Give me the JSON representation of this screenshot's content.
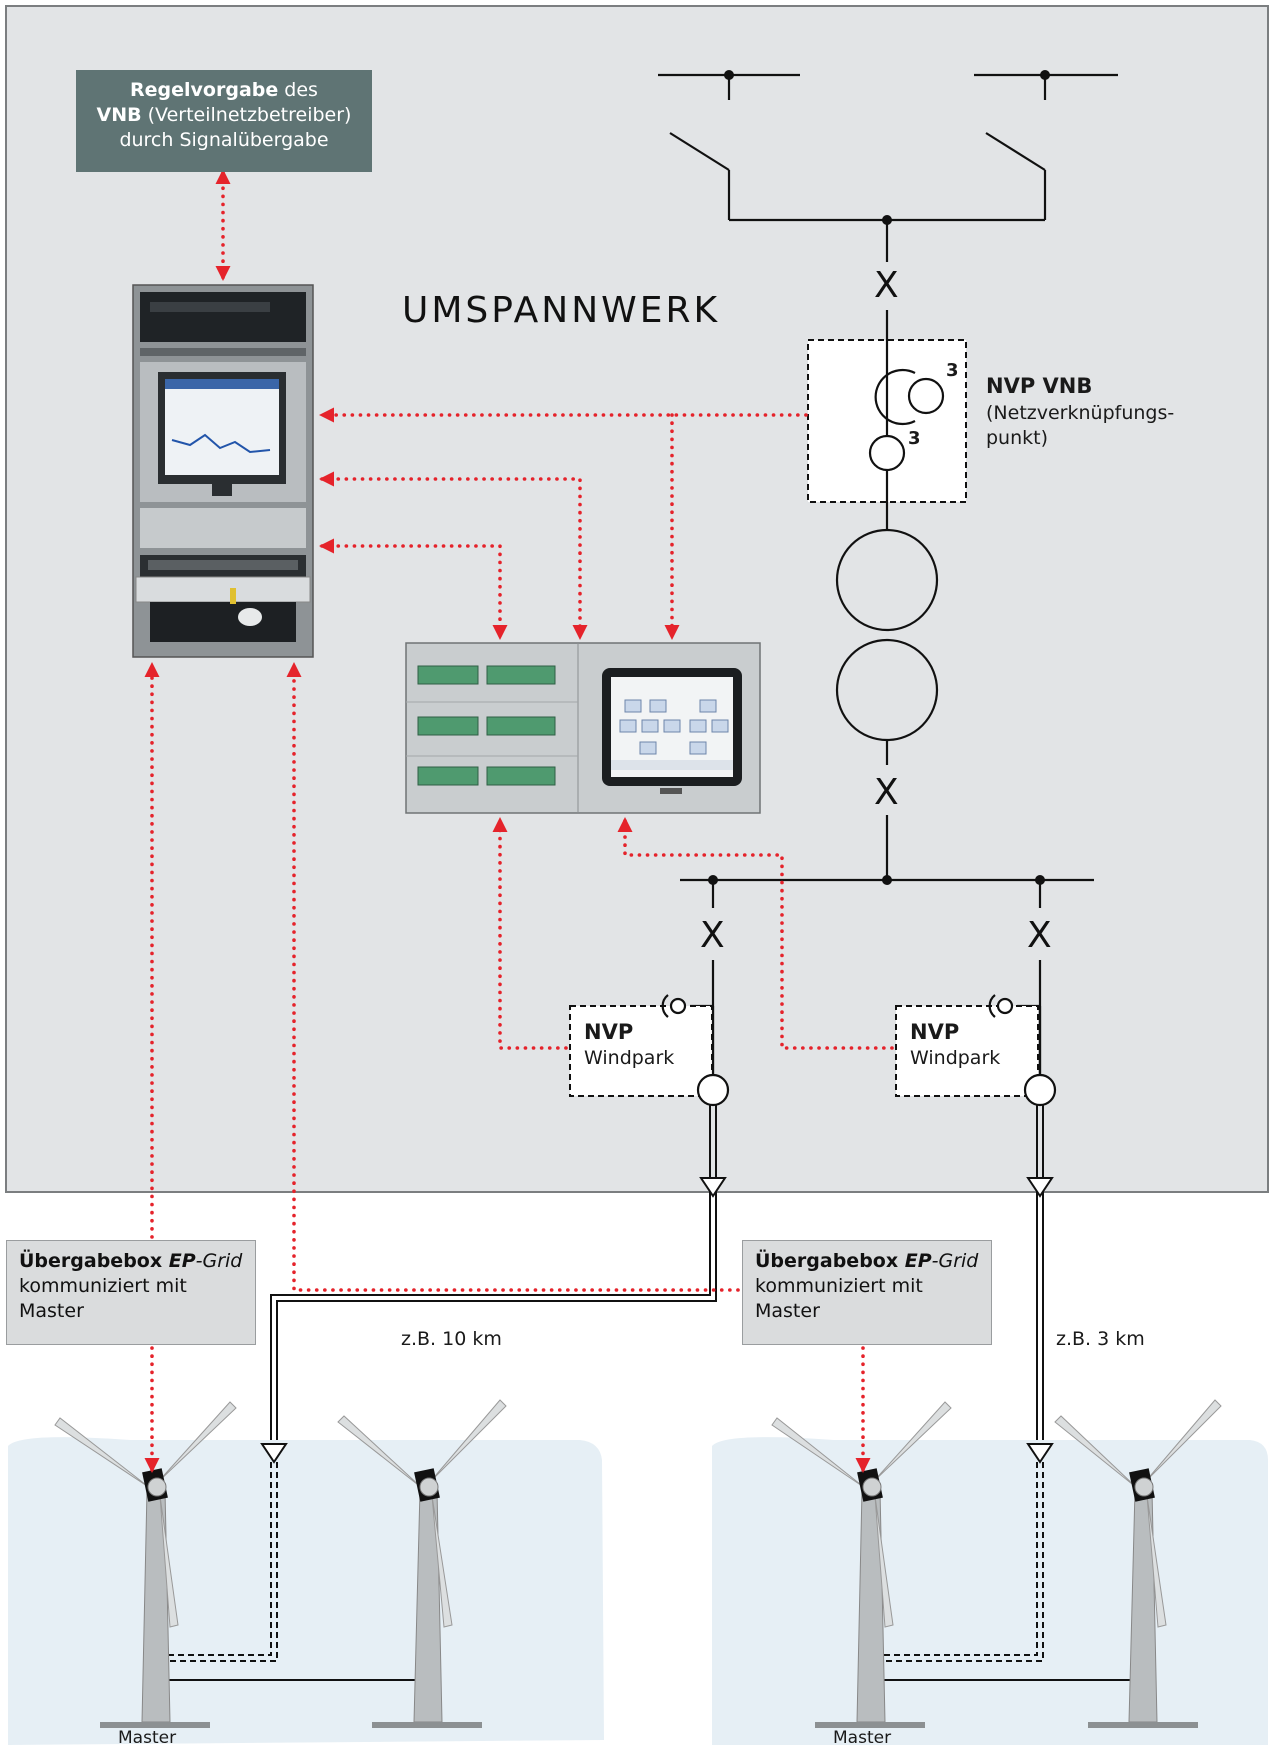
{
  "title": "UMSPANNWERK",
  "vnb_box": {
    "line1_bold": "Regelvorgabe",
    "line1_rest": " des",
    "line2_bold": "VNB",
    "line2_rest": " (Verteilnetzbetreiber)",
    "line3": "durch Signalübergabe"
  },
  "nvp_vnb": {
    "title": "NVP VNB",
    "sub1": "(Netzverknüpfungs-",
    "sub2": "punkt)",
    "ct_count": "3",
    "vt_count": "3"
  },
  "switch_mark": "X",
  "nvp_windpark": {
    "title": "NVP",
    "sub": "Windpark"
  },
  "uebergabebox": {
    "label_bold": "Übergabebox ",
    "label_italic_bold": "EP",
    "label_italic": "-Grid",
    "line2": "kommuniziert mit",
    "line3": "Master"
  },
  "distances": {
    "left": "z.B. 10 km",
    "right": "z.B. 3 km"
  },
  "master_label": "Master",
  "colors": {
    "substation_bg": "#e2e4e6",
    "box_dark": "#5f7474",
    "signal_red": "#e5232b",
    "wind_bg": "#e6eff5",
    "line": "#111111"
  }
}
